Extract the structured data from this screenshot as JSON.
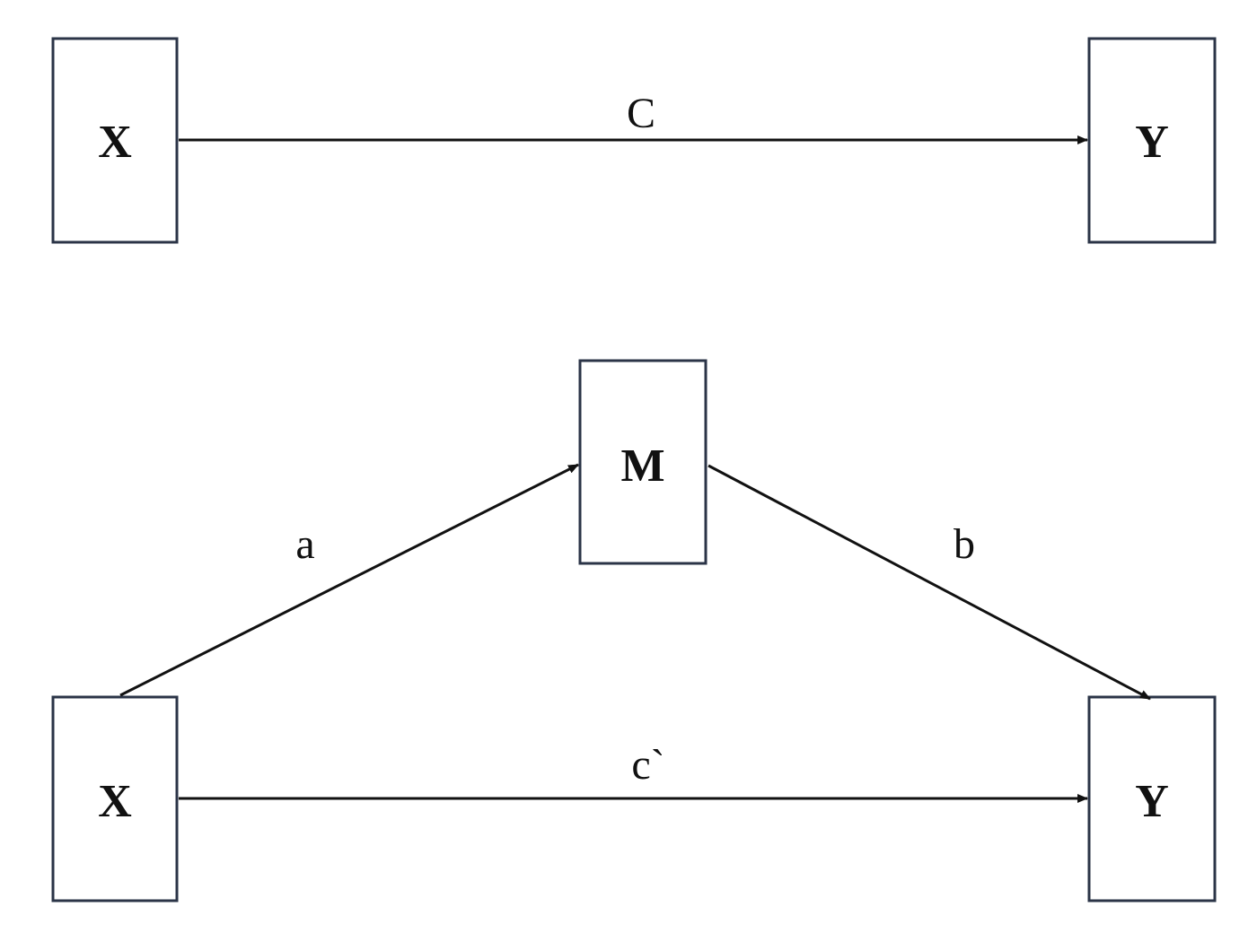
{
  "diagram": {
    "top_panel": {
      "nodes": {
        "x": {
          "label": "X"
        },
        "y": {
          "label": "Y"
        }
      },
      "edges": {
        "x_to_y": {
          "label": "C"
        }
      }
    },
    "bottom_panel": {
      "nodes": {
        "x": {
          "label": "X"
        },
        "m": {
          "label": "M"
        },
        "y": {
          "label": "Y"
        }
      },
      "edges": {
        "x_to_m": {
          "label": "a"
        },
        "m_to_y": {
          "label": "b"
        },
        "x_to_y": {
          "label": "c`"
        }
      }
    },
    "colors": {
      "box_stroke": "#2b3447",
      "line": "#111111",
      "text": "#111111",
      "background": "#ffffff"
    }
  }
}
